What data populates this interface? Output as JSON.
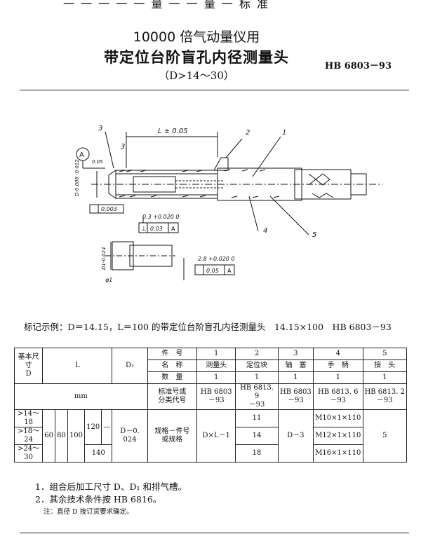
{
  "header": {
    "top_fragment": "一 一 一 一 一 量 一 一 量 一 标 准",
    "title_line1": "10000 倍气动量仪用",
    "title_line2": "带定位台阶盲孔内径测量头",
    "title_line3": "（D>14～30）",
    "standard_no": "HB 6803－93"
  },
  "drawing": {
    "labels": {
      "callout_1": "1",
      "callout_2": "2",
      "callout_3": "3",
      "callout_3b": "3",
      "callout_4": "4",
      "callout_5": "5",
      "datum_a": "A",
      "dim_L": "L ± 0.05",
      "dim_D": "D-0.008 -0.012",
      "tol_runout": "0.05",
      "flatness": "0.003",
      "step_dim": "0.3 +0.020 0",
      "perp": "⊥",
      "perp_val": "0.03",
      "perp_datum": "A",
      "d1_dim": "D1-0.024",
      "phi_label": "φ1",
      "step2_dim": "2.8 +0.020 0",
      "sym_val": "0.05",
      "sym_datum": "A"
    }
  },
  "example": "标记示例：D＝14.15，L＝100 的带定位台阶盲孔内径测量头　14.15×100　HB 6803－93",
  "table": {
    "h_base": "基本尺寸",
    "h_base_d": "D",
    "h_L": "L",
    "h_D1": "D₁",
    "h_mm": "mm",
    "r_piece": "件　号",
    "r_name": "名　称",
    "r_qty": "数　量",
    "r_std": "标准号或",
    "r_std2": "分类代号",
    "r_spec": "规格－件号",
    "r_spec2": "或规格",
    "cols": [
      {
        "no": "1",
        "name": "测量头",
        "qty": "1",
        "std": "HB 6803－93",
        "spec": "D×L－1"
      },
      {
        "no": "2",
        "name": "定位块",
        "qty": "1",
        "std": "HB 6813. 9",
        "std2": "－93"
      },
      {
        "no": "3",
        "name": "轴　塞",
        "qty": "1",
        "std": "HB 6803",
        "std2": "－93",
        "spec": "D－3"
      },
      {
        "no": "4",
        "name": "手　柄",
        "qty": "1",
        "std": "HB 6813. 6",
        "std2": "－93"
      },
      {
        "no": "5",
        "name": "接　头",
        "qty": "1",
        "std": "HB 6813. 2",
        "std2": "－93",
        "spec": "5"
      }
    ],
    "rows": [
      {
        "range": ">14～18",
        "c2": "11",
        "c4": "M10×1×110"
      },
      {
        "range": ">18～24",
        "c2": "14",
        "c4": "M12×1×110"
      },
      {
        "range": ">24～30",
        "c2": "18",
        "c4": "M16×1×110"
      }
    ],
    "L_vals": [
      "60",
      "80",
      "100",
      "120",
      "140"
    ],
    "L_dash": "—",
    "D1_val": "D－0. 024"
  },
  "notes": {
    "n1": "1．组合后加工尺寸 D、D₁ 和排气槽。",
    "n2": "2．其余技术条件按 HB 6816。",
    "foot": "注：直径 D 按订货要求确定。"
  }
}
